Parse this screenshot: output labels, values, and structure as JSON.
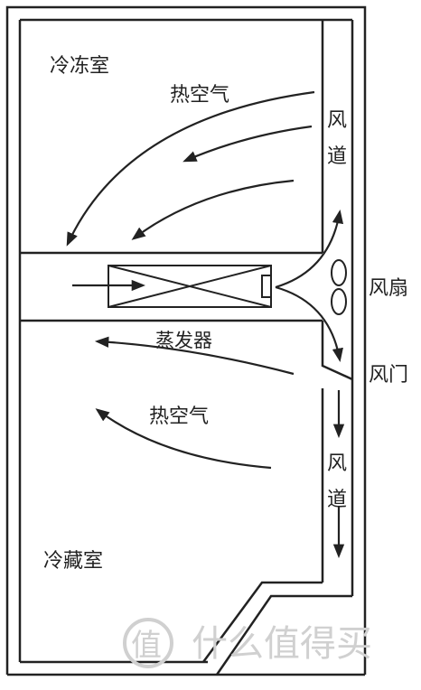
{
  "labels": {
    "freezer": "冷冻室",
    "hot_air_top": "热空气",
    "duct_top_1": "风",
    "duct_top_2": "道",
    "evaporator": "蒸发器",
    "fan": "风扇",
    "damper": "风门",
    "hot_air_bottom": "热空气",
    "duct_bottom_1": "风",
    "duct_bottom_2": "道",
    "fridge": "冷藏室"
  },
  "watermark": {
    "logo_glyph": "值",
    "text": "什么值得买"
  },
  "colors": {
    "line": "#222222",
    "watermark": "#d0d0d0"
  }
}
